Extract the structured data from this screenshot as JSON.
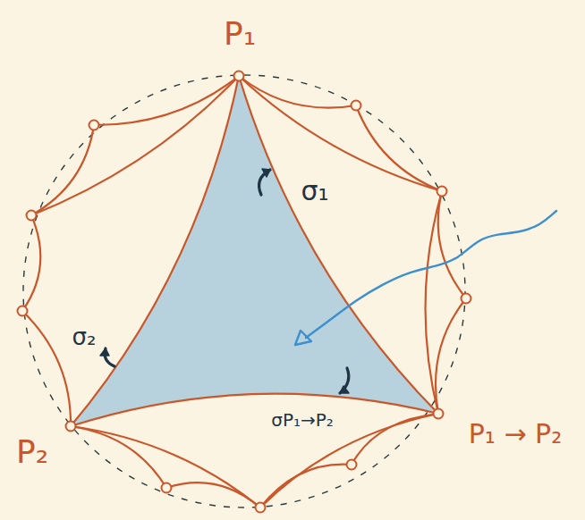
{
  "diagram": {
    "labels": [
      "P₁",
      "σ₁",
      "σ₂",
      "P₂",
      "σP₁→P₂",
      "P₁ → P₂"
    ]
  }
}
